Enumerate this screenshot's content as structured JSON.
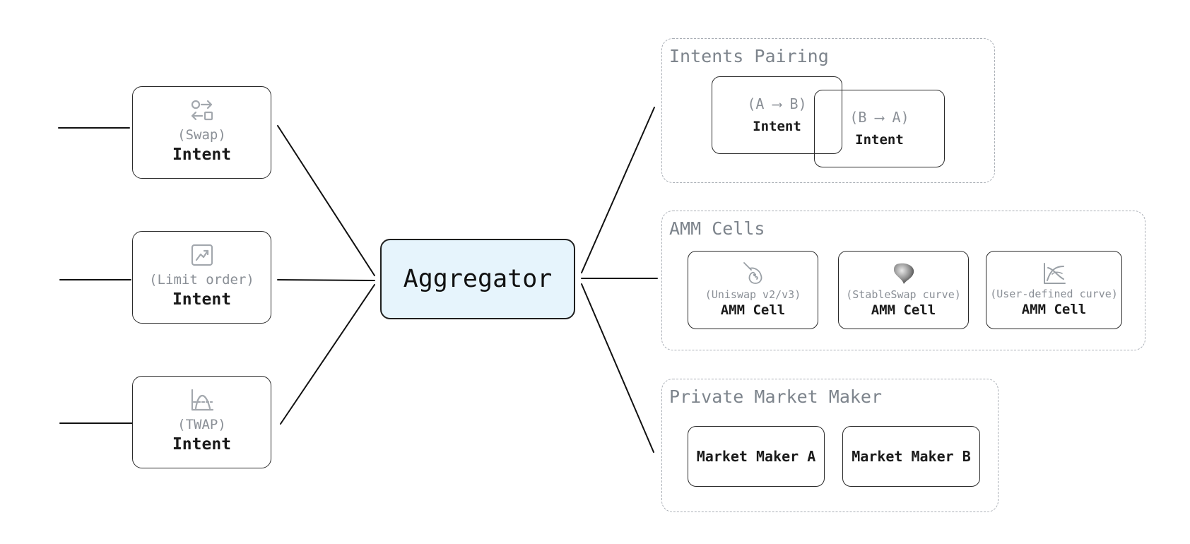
{
  "intents": [
    {
      "icon": "swap-icon",
      "type": "(Swap)",
      "label": "Intent"
    },
    {
      "icon": "limit-order-icon",
      "type": "(Limit order)",
      "label": "Intent"
    },
    {
      "icon": "twap-icon",
      "type": "(TWAP)",
      "label": "Intent"
    }
  ],
  "aggregator": {
    "label": "Aggregator",
    "fill": "#e6f4fc"
  },
  "pairing": {
    "title": "Intents Pairing",
    "intents": [
      {
        "direction": "(A ⟶ B)",
        "label": "Intent"
      },
      {
        "direction": "(B ⟶ A)",
        "label": "Intent"
      }
    ]
  },
  "amm": {
    "title": "AMM Cells",
    "cells": [
      {
        "icon": "uniswap-unicorn-icon",
        "type": "(Uniswap v2/v3)",
        "label": "AMM Cell"
      },
      {
        "icon": "stableswap-curve-icon",
        "type": "(StableSwap curve)",
        "label": "AMM Cell"
      },
      {
        "icon": "user-defined-curve-icon",
        "type": "(User-defined curve)",
        "label": "AMM Cell"
      }
    ]
  },
  "pmm": {
    "title": "Private Market Maker",
    "makers": [
      {
        "label": "Market Maker A"
      },
      {
        "label": "Market Maker B"
      }
    ]
  }
}
